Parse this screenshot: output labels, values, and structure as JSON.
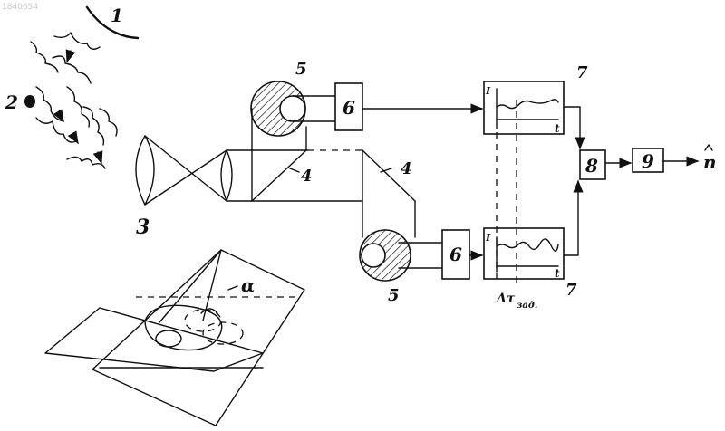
{
  "watermark": "1840654",
  "labels": {
    "source_1": "1",
    "source_2": "2",
    "lens": "3",
    "mirror_upper": "4",
    "mirror_lower": "4",
    "detector_upper": "5",
    "detector_lower": "5",
    "scope_upper": "7",
    "scope_lower": "7",
    "angle": "α"
  },
  "boxes": {
    "amp_upper": "6",
    "amp_lower": "6",
    "correlator": "8",
    "output_block": "9"
  },
  "scope": {
    "y_axis": "I",
    "x_axis": "t"
  },
  "delay": {
    "symbol": "Δτ",
    "subscript": "зад."
  },
  "output": {
    "symbol": "n"
  }
}
